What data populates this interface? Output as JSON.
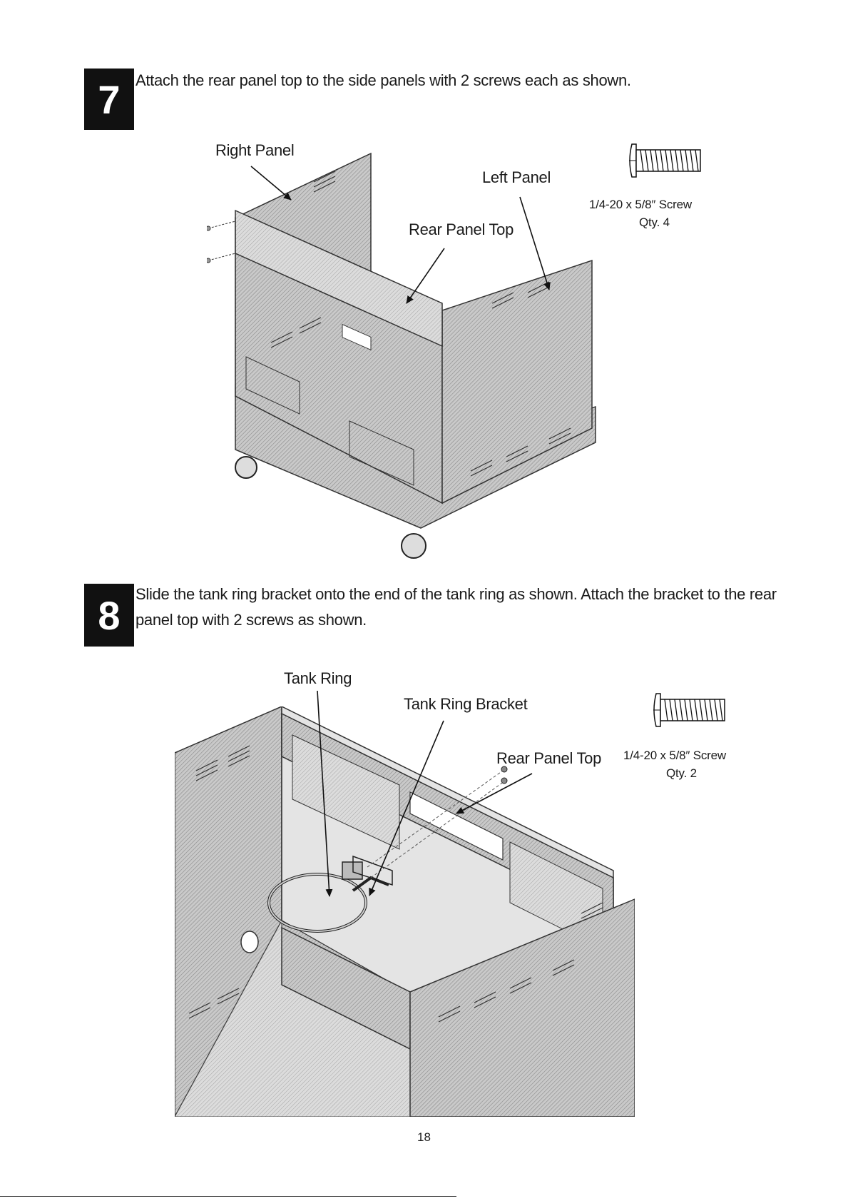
{
  "page_number": "18",
  "steps": [
    {
      "number": "7",
      "instruction": "Attach the rear panel top to the side panels with 2 screws each as shown.",
      "labels": {
        "right_panel": "Right Panel",
        "left_panel": "Left Panel",
        "rear_panel_top": "Rear Panel Top"
      },
      "screw": {
        "spec": "1/4-20 x 5/8″  Screw",
        "qty": "Qty. 4"
      }
    },
    {
      "number": "8",
      "instruction_line1": "Slide the tank ring bracket onto the end of the tank ring as shown. Attach the bracket to the rear",
      "instruction_line2": "panel top with 2 screws as shown.",
      "labels": {
        "tank_ring": "Tank Ring",
        "tank_ring_bracket": "Tank Ring Bracket",
        "rear_panel_top": "Rear Panel Top"
      },
      "screw": {
        "spec": "1/4-20 x 5/8″  Screw",
        "qty": "Qty. 2"
      }
    }
  ]
}
